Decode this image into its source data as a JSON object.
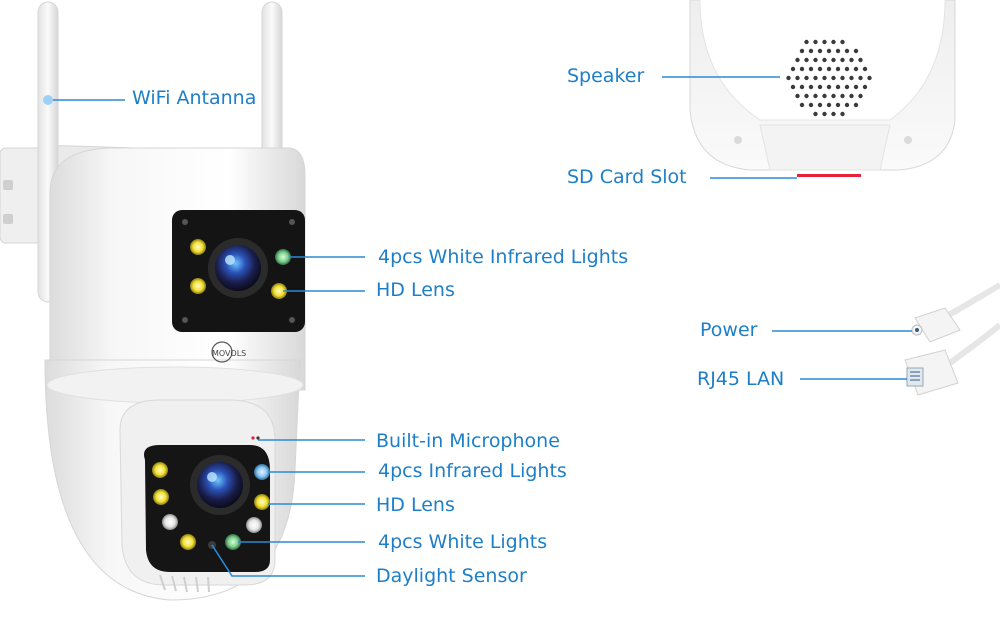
{
  "brand": "MOVOLS",
  "colors": {
    "label": "#1e7fc8",
    "leader": "#2a8ad6",
    "sd_slot": "#e8213a"
  },
  "labels": {
    "wifi_antenna": "WiFi Antanna",
    "white_infrared_lights": "4pcs White Infrared Lights",
    "hd_lens_top": "HD Lens",
    "built_in_microphone": "Built-in Microphone",
    "infrared_lights": "4pcs Infrared Lights",
    "hd_lens_bottom": "HD Lens",
    "white_lights": "4pcs White Lights",
    "daylight_sensor": "Daylight Sensor",
    "speaker": "Speaker",
    "sd_card_slot": "SD Card Slot",
    "power": "Power",
    "rj45_lan": "RJ45 LAN"
  }
}
